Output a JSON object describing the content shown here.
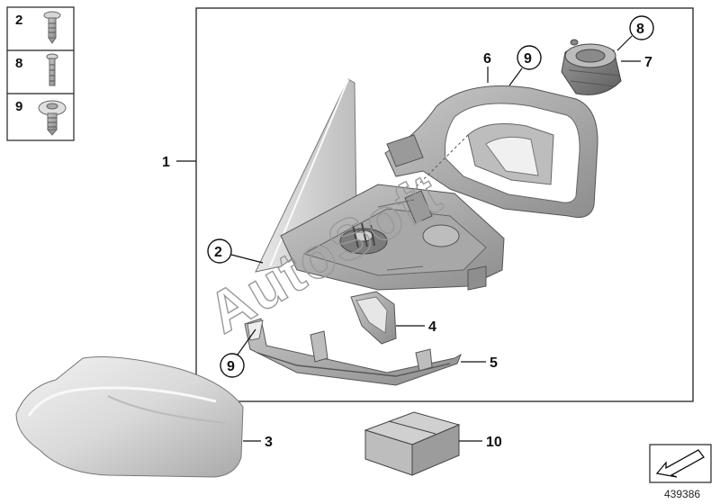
{
  "watermark": "AutoSoft",
  "doc_id": "439386",
  "sidebar": {
    "items": [
      {
        "number": "2"
      },
      {
        "number": "8"
      },
      {
        "number": "9"
      }
    ]
  },
  "callouts": {
    "p1": "1",
    "p2": "2",
    "p3": "3",
    "p4": "4",
    "p5": "5",
    "p6": "6",
    "p7": "7",
    "p8": "8",
    "p9a": "9",
    "p9b": "9",
    "p10": "10"
  }
}
